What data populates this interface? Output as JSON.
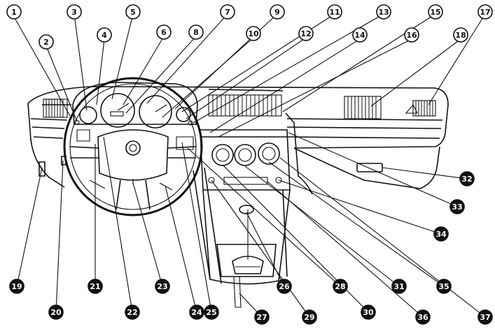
{
  "callouts": [
    {
      "n": "1",
      "style": "white"
    },
    {
      "n": "2",
      "style": "white"
    },
    {
      "n": "3",
      "style": "white"
    },
    {
      "n": "4",
      "style": "white"
    },
    {
      "n": "5",
      "style": "white"
    },
    {
      "n": "6",
      "style": "white"
    },
    {
      "n": "7",
      "style": "white"
    },
    {
      "n": "8",
      "style": "white"
    },
    {
      "n": "9",
      "style": "white"
    },
    {
      "n": "10",
      "style": "white"
    },
    {
      "n": "11",
      "style": "white"
    },
    {
      "n": "12",
      "style": "white"
    },
    {
      "n": "13",
      "style": "white"
    },
    {
      "n": "14",
      "style": "white"
    },
    {
      "n": "15",
      "style": "white"
    },
    {
      "n": "16",
      "style": "white"
    },
    {
      "n": "17",
      "style": "white"
    },
    {
      "n": "18",
      "style": "white"
    },
    {
      "n": "19",
      "style": "black"
    },
    {
      "n": "20",
      "style": "black"
    },
    {
      "n": "21",
      "style": "black"
    },
    {
      "n": "22",
      "style": "black"
    },
    {
      "n": "23",
      "style": "black"
    },
    {
      "n": "24",
      "style": "black"
    },
    {
      "n": "25",
      "style": "black"
    },
    {
      "n": "26",
      "style": "black"
    },
    {
      "n": "27",
      "style": "black"
    },
    {
      "n": "28",
      "style": "black"
    },
    {
      "n": "29",
      "style": "black"
    },
    {
      "n": "30",
      "style": "black"
    },
    {
      "n": "31",
      "style": "black"
    },
    {
      "n": "32",
      "style": "black"
    },
    {
      "n": "33",
      "style": "black"
    },
    {
      "n": "34",
      "style": "black"
    },
    {
      "n": "35",
      "style": "black"
    },
    {
      "n": "36",
      "style": "black"
    },
    {
      "n": "37",
      "style": "black"
    }
  ],
  "colors": {
    "ink": "#111111",
    "paper": "#ffffff"
  }
}
